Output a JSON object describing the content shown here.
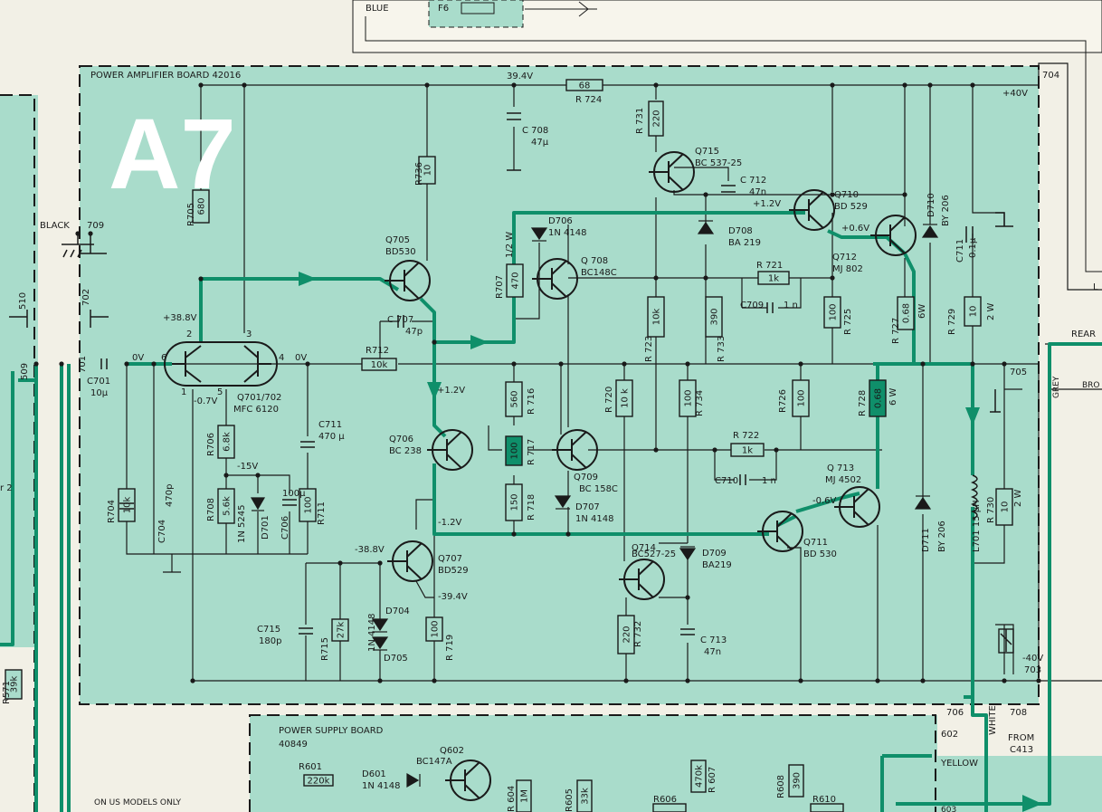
{
  "board": {
    "title": "POWER AMPLIFIER BOARD 42016",
    "big_label": "A7",
    "board_color": "#a9dccb",
    "trace_color": "#0f8f6a",
    "line_color": "#1a1a1a",
    "background": "#f2f0e6"
  },
  "top_strip": {
    "wire_label": "BLUE",
    "fuse_label": "F6"
  },
  "labels": {
    "rail_394": "39.4V",
    "rail_p40": "+40V",
    "rail_m40": "-40V",
    "node_704": "704",
    "node_705": "705",
    "node_703": "703",
    "node_706": "706",
    "node_708": "708",
    "node_709": "709",
    "node_702": "702",
    "node_701": "701",
    "node_510": "510",
    "node_509": "509",
    "black": "BLACK",
    "grey": "GREY",
    "white": "WHITE",
    "yellow": "YELLOW",
    "from": "FROM",
    "c413": "C413",
    "rear": "REAR",
    "bro": "BRO",
    "l_edge": "L",
    "v_388": "+38.8V",
    "v_0a": "0V",
    "v_0b": "0V",
    "v_07": "-0.7V",
    "v_15": "-15V",
    "v_12a": "+1.2V",
    "v_12b": "-1.2V",
    "v_12c": "+1.2V",
    "v_06a": "+0.6V",
    "v_06b": "-0.6V",
    "v_388n": "-38.8V",
    "v_394n": "-39.4V",
    "pin6": "6",
    "pin2": "2",
    "pin3": "3",
    "pin4": "4",
    "pin1": "1",
    "pin5": "5"
  },
  "components": {
    "r724_v": "68",
    "r724": "R 724",
    "c708": "C 708",
    "c708_v": "47µ",
    "r731": "R 731",
    "r731_v": "220",
    "q715": "Q715",
    "q715_t": "BC 537-25",
    "c712": "C 712",
    "c712_v": "47n",
    "q710": "Q710",
    "q710_t": "BD 529",
    "q712": "Q712",
    "q712_t": "MJ 802",
    "d710": "D710",
    "d710_t": "BY 206",
    "c711b": "C711",
    "c711b_v": "0.1µ",
    "r736": "R736",
    "r736_v": "10",
    "r705": "R705",
    "r705_v": "680",
    "q705": "Q705",
    "q705_t": "BD530",
    "d706": "D706",
    "d706_t": "1N 4148",
    "r707": "R707",
    "r707_p": "1/2 W",
    "r707_v": "470",
    "q708": "Q 708",
    "q708_t": "BC148C",
    "d708": "D708",
    "d708_t": "BA 219",
    "r721": "R 721",
    "r721_v": "1k",
    "c709": "C709",
    "c709_v": "1 n",
    "r723": "R 723",
    "r723_v": "10k",
    "r733": "R 733",
    "r733_v": "390",
    "r725": "R 725",
    "r725_v": "100",
    "r727": "R 727",
    "r727_v": "0.68",
    "r727_p": "6W",
    "r729": "R 729",
    "r729_v": "10",
    "r729_p": "2 W",
    "c707": "C 707",
    "c707_v": "47p",
    "c701": "C701",
    "c701_v": "10µ",
    "r712": "R712",
    "r712_v": "10k",
    "q701": "Q701/702",
    "q701_t": "MFC 6120",
    "c711": "C711",
    "c711_v": "470 µ",
    "r711": "R711",
    "r711_v": "100",
    "r704": "R704",
    "r704_v": "10k",
    "c704": "C704",
    "c704_v": "470p",
    "r706": "R706",
    "r706_v": "6.8k",
    "r708": "R708",
    "r708_v": "5.6k",
    "d701": "D701",
    "d701_t": "1N 5245",
    "c706": "C706",
    "c706_v": "100µ",
    "q706": "Q706",
    "q706_t": "BC 238",
    "r716": "R 716",
    "r716_v": "560",
    "r717": "R 717",
    "r717_v": "100",
    "r718": "R 718",
    "r718_v": "150",
    "q709": "Q709",
    "q709_t": "BC 158C",
    "d707": "D707",
    "d707_t": "1N 4148",
    "r720": "R 720",
    "r720_v": "10 k",
    "r734": "R 734",
    "r734_v": "100",
    "r726": "R726",
    "r726_v": "100",
    "r722": "R 722",
    "r722_v": "1k",
    "c710": "C710",
    "c710_v": "1 n",
    "r728": "R 728",
    "r728_v": "0.68",
    "r728_p": "6 W",
    "q713": "Q 713",
    "q713_t": "MJ 4502",
    "q711": "Q711",
    "q711_t": "BD 530",
    "d711": "D711",
    "d711_t": "BY 206",
    "l701": "L701 15 µH",
    "r730": "R 730",
    "r730_v": "10",
    "r730_p": "2 W",
    "q707": "Q707",
    "q707_t": "BD529",
    "d704": "D704",
    "d705": "D705",
    "d704_t": "1N 4148",
    "c715": "C715",
    "c715_v": "180p",
    "r715": "R715",
    "r715_v": "27k",
    "r719": "R 719",
    "r719_v": "100",
    "q714": "Q714",
    "q714_t": "BC527-25",
    "d709": "D709",
    "d709_t": "BA219",
    "r732": "R 732",
    "r732_v": "220",
    "c713": "C 713",
    "c713_v": "47n",
    "r571": "R571",
    "r571_v": "39k",
    "left_r2": "r 2"
  },
  "psu": {
    "title": "POWER SUPPLY BOARD",
    "number": "40849",
    "r601": "R601",
    "r601_v": "220k",
    "d601": "D601",
    "d601_t": "1N 4148",
    "q602": "Q602",
    "q602_t": "BC147A",
    "r604": "R 604",
    "r604_v": "1M",
    "r605": "R605",
    "r605_v": "33k",
    "r606": "R606",
    "r607": "R 607",
    "r607_v": "470k",
    "r608": "R608",
    "r608_v": "390",
    "r610": "R610",
    "node_602": "602",
    "node_603": "603",
    "us_note": "ON US MODELS ONLY"
  }
}
